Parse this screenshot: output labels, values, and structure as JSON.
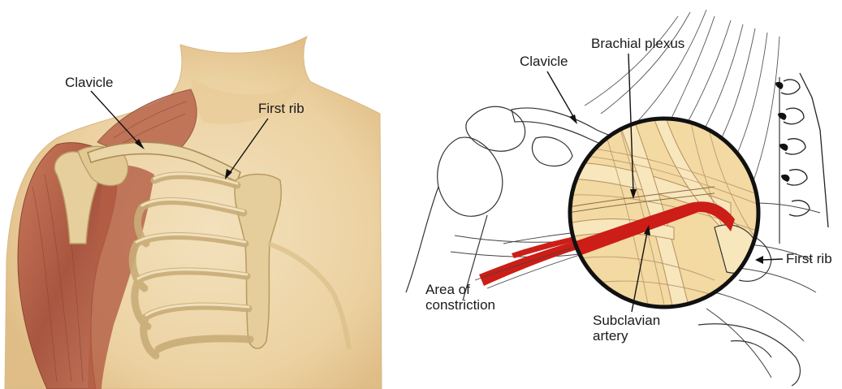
{
  "left_panel": {
    "labels": {
      "clavicle": "Clavicle",
      "first_rib": "First rib"
    }
  },
  "right_panel": {
    "labels": {
      "clavicle": "Clavicle",
      "brachial_plexus": "Brachial plexus",
      "first_rib": "First rib",
      "area_of_constriction_line1": "Area of",
      "area_of_constriction_line2": "constriction",
      "subclavian_artery_line1": "Subclavian",
      "subclavian_artery_line2": "artery"
    }
  },
  "colors": {
    "bone": "#e4cc98",
    "bone_outline": "#b89a62",
    "muscle": "#b8614a",
    "skin": "#f0dcb8",
    "artery": "#cc1d17",
    "lens_fill": "#f5deaa",
    "outline": "#222222"
  }
}
